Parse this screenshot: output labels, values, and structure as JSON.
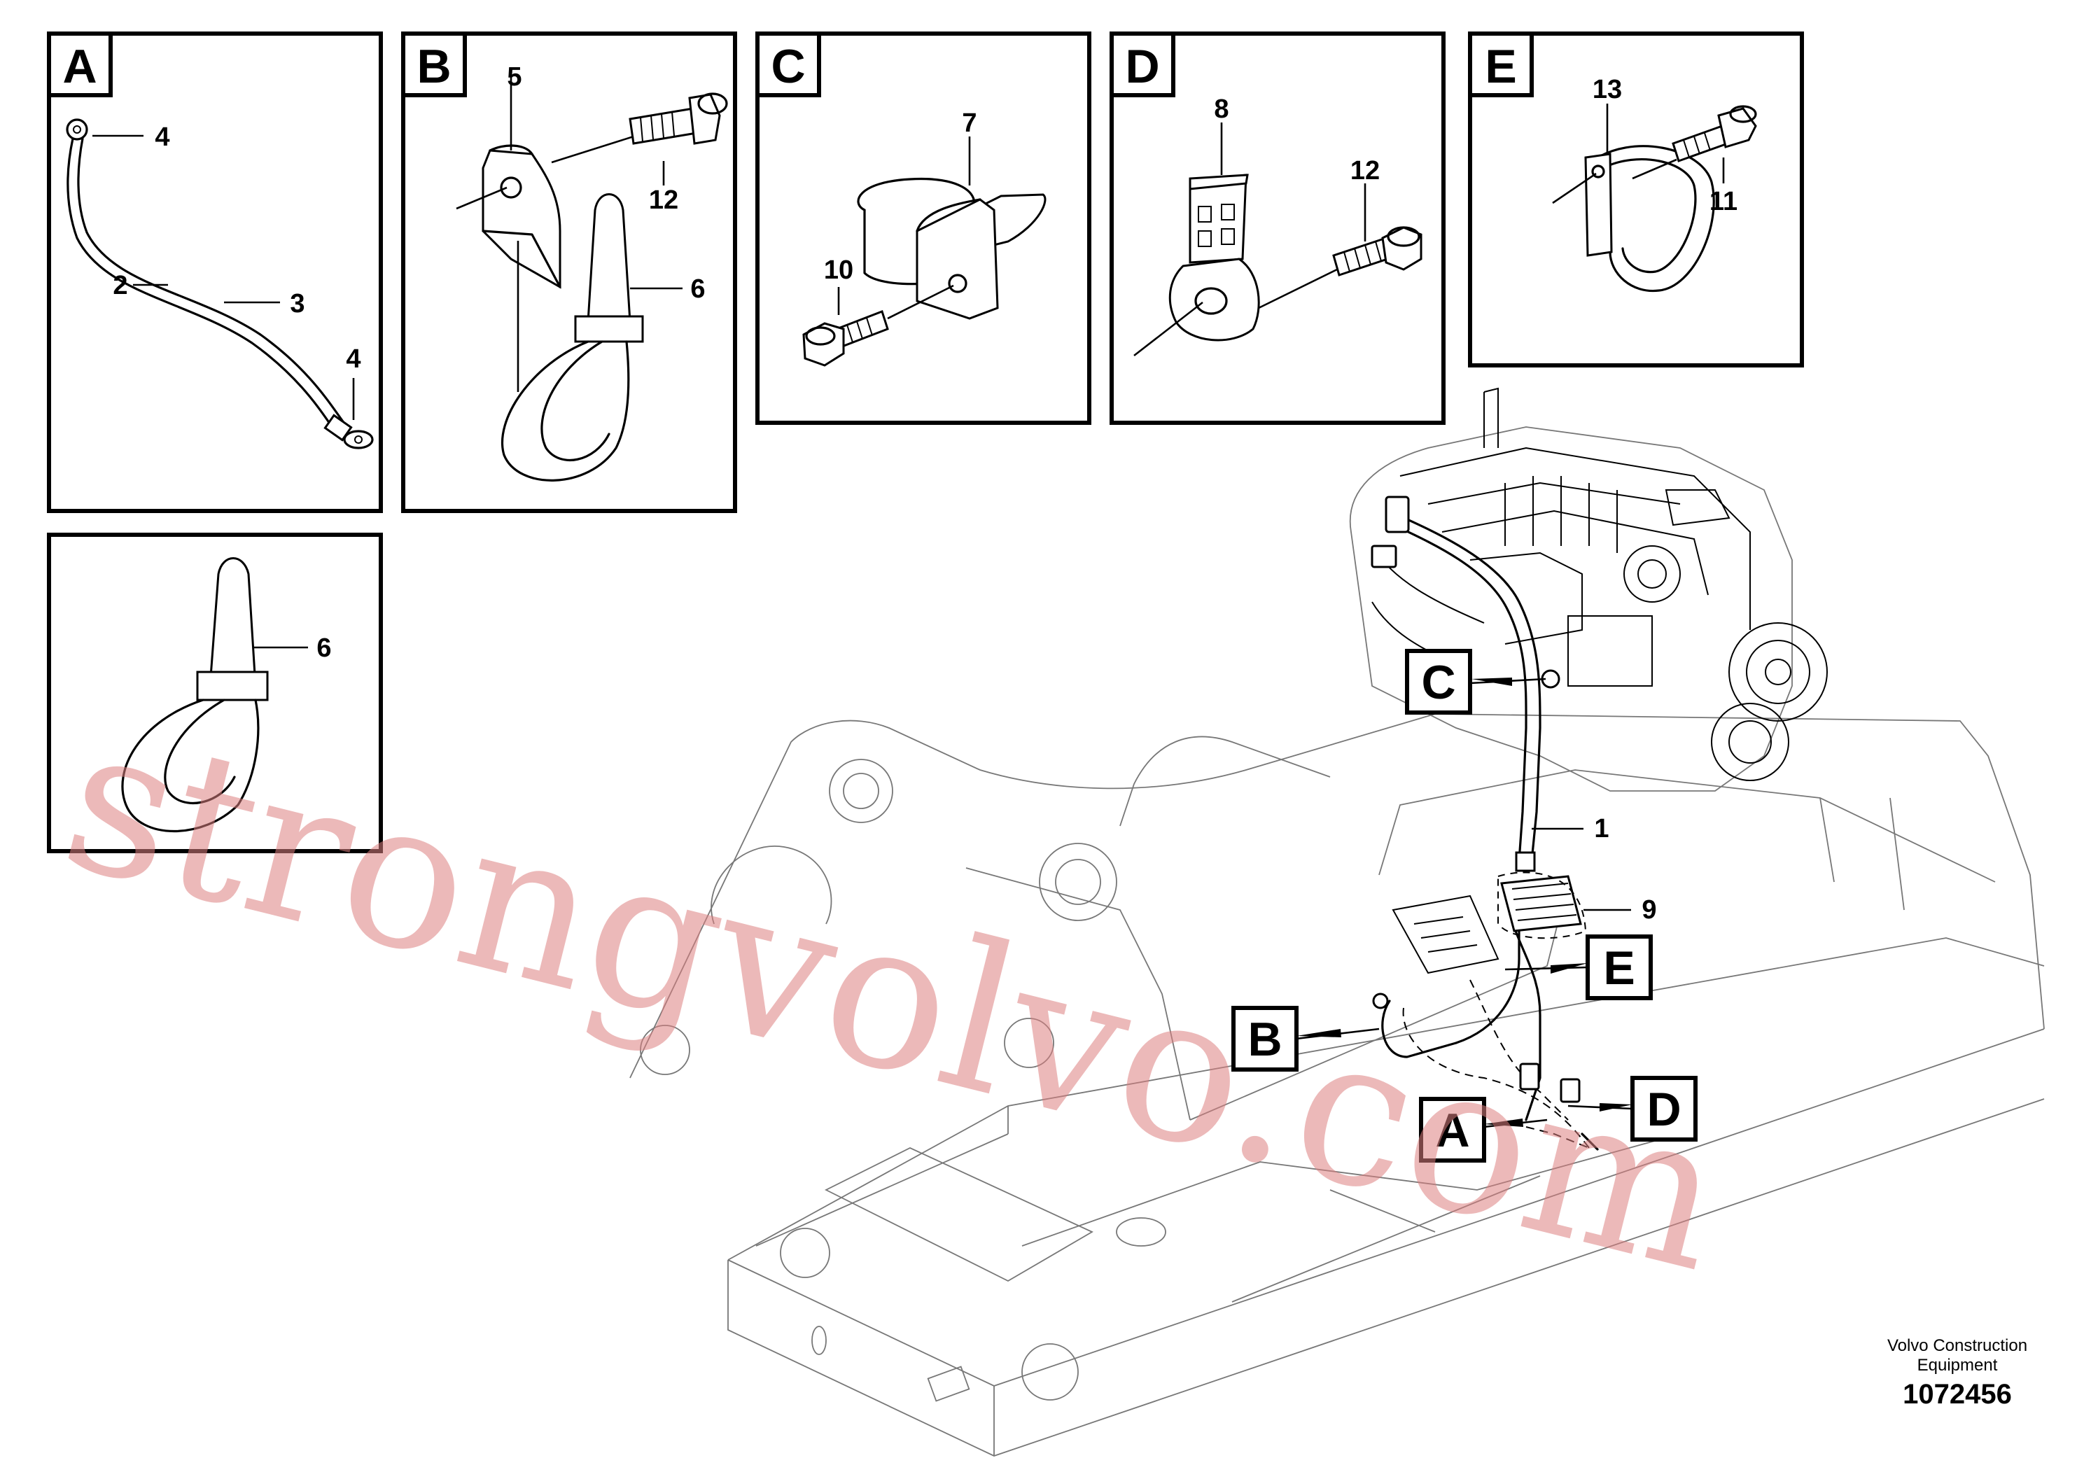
{
  "panels": {
    "a": {
      "tag": "A",
      "parts": [
        "4",
        "2",
        "3",
        "4"
      ]
    },
    "b": {
      "tag": "B",
      "parts": [
        "5",
        "12",
        "6"
      ]
    },
    "c": {
      "tag": "C",
      "parts": [
        "7",
        "10"
      ]
    },
    "d": {
      "tag": "D",
      "parts": [
        "8",
        "12"
      ]
    },
    "e": {
      "tag": "E",
      "parts": [
        "13",
        "11"
      ]
    },
    "f": {
      "parts": [
        "6"
      ]
    }
  },
  "main": {
    "callouts": [
      "C",
      "E",
      "B",
      "A",
      "D"
    ],
    "parts": [
      "1",
      "9"
    ]
  },
  "watermark": "strongvolvo.com",
  "footer": {
    "credit_line1": "Volvo Construction",
    "credit_line2": "Equipment",
    "doc_number": "1072456"
  }
}
